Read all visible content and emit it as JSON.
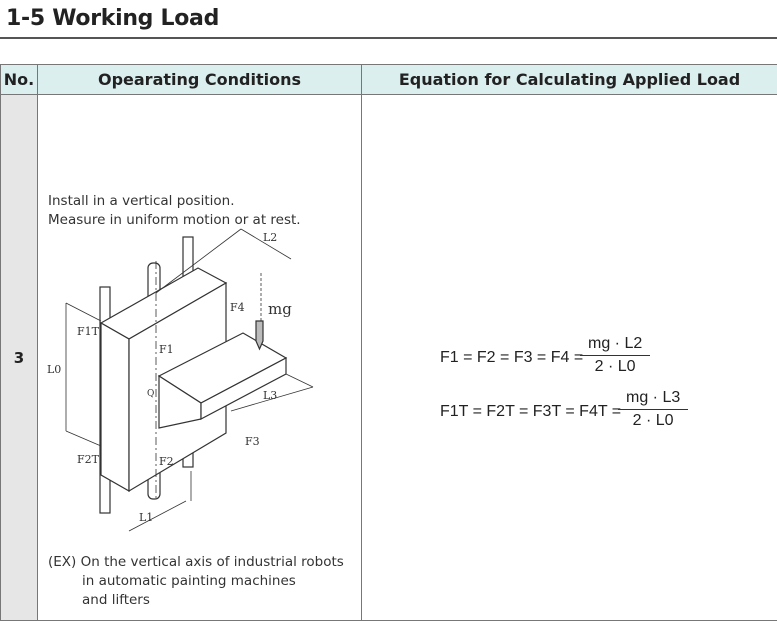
{
  "title": "1-5 Working Load",
  "headers": {
    "no": "No.",
    "conditions": "Opearating Conditions",
    "equation": "Equation for Calculating Applied Load"
  },
  "row": {
    "no": "3",
    "instructions": [
      "Install in a vertical position.",
      "Measure in uniform motion or at rest."
    ],
    "example": [
      "(EX) On the vertical axis of industrial robots",
      "in automatic painting machines",
      "and lifters"
    ],
    "diagram_labels": {
      "L0": "L0",
      "L1": "L1",
      "L2": "L2",
      "L3": "L3",
      "F1": "F1",
      "F2": "F2",
      "F3": "F3",
      "F4": "F4",
      "F1T": "F1T",
      "F2T": "F2T",
      "mg": "mg",
      "Q": "Q"
    },
    "equations": [
      {
        "lhs": [
          "F1",
          "F2",
          "F3",
          "F4"
        ],
        "numerator": "mg · L2",
        "denominator": "2 · L0"
      },
      {
        "lhs": [
          "F1T",
          "F2T",
          "F3T",
          "F4T"
        ],
        "numerator": "mg · L3",
        "denominator": "2 · L0"
      }
    ]
  }
}
